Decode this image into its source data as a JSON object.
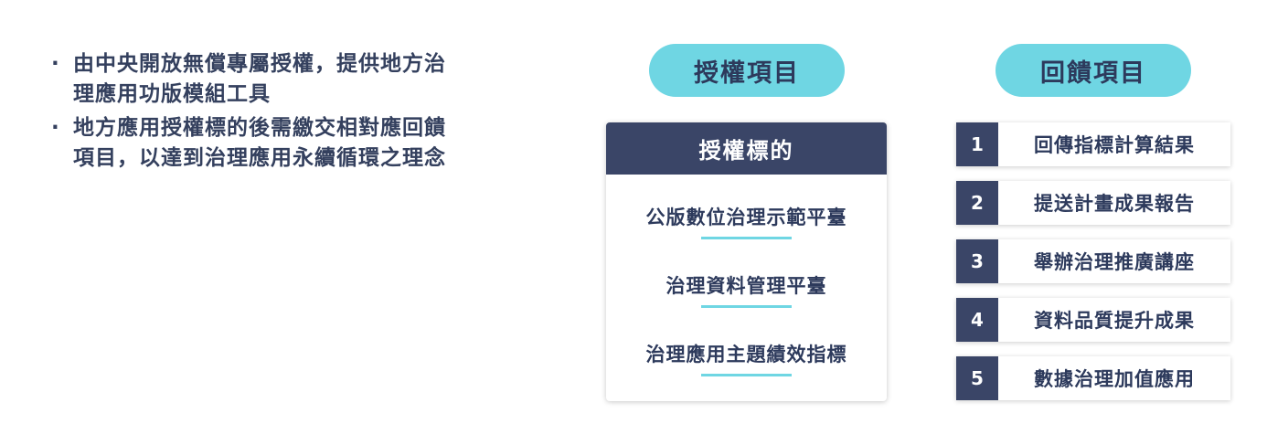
{
  "bullets": [
    {
      "line1": "由中央開放無償專屬授權，提供地方治",
      "line2": "理應用功版模組工具"
    },
    {
      "line1": "地方應用授權標的後需繳交相對應回饋",
      "line2": "項目，以達到治理應用永續循環之理念"
    }
  ],
  "bullet_symbol": "·",
  "license": {
    "pill_label": "授權項目",
    "card_title": "授權標的",
    "items": [
      "公版數位治理示範平臺",
      "治理資料管理平臺",
      "治理應用主題績效指標"
    ]
  },
  "feedback": {
    "pill_label": "回饋項目",
    "items": [
      {
        "num": "1",
        "label": "回傳指標計算結果"
      },
      {
        "num": "2",
        "label": "提送計畫成果報告"
      },
      {
        "num": "3",
        "label": "舉辦治理推廣講座"
      },
      {
        "num": "4",
        "label": "資料品質提升成果"
      },
      {
        "num": "5",
        "label": "數據治理加值應用"
      }
    ]
  },
  "colors": {
    "accent": "#6fd6e3",
    "navy": "#3a4567",
    "text": "#2d3a5c"
  }
}
